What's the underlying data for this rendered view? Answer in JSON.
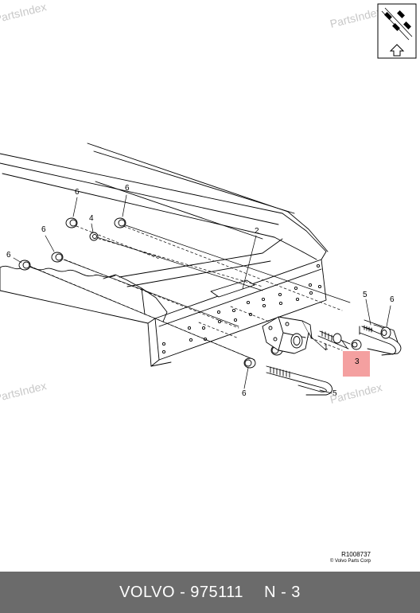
{
  "watermark": "PartsIndex",
  "callouts": {
    "c1": "1",
    "c2": "2",
    "c3": "3",
    "c4": "4",
    "c5a": "5",
    "c5b": "5",
    "c6a": "6",
    "c6b": "6",
    "c6c": "6",
    "c6d": "6",
    "c6e": "6",
    "c6f": "6"
  },
  "reference": {
    "code": "R1008737",
    "copyright": "© Volvo Parts Corp"
  },
  "footer": {
    "part": "VOLVO - 975111",
    "position": "N - 3"
  },
  "colors": {
    "footer_bg": "#6b6b6b",
    "highlight": "#f4a0a0",
    "watermark": "#c8c8c8"
  }
}
